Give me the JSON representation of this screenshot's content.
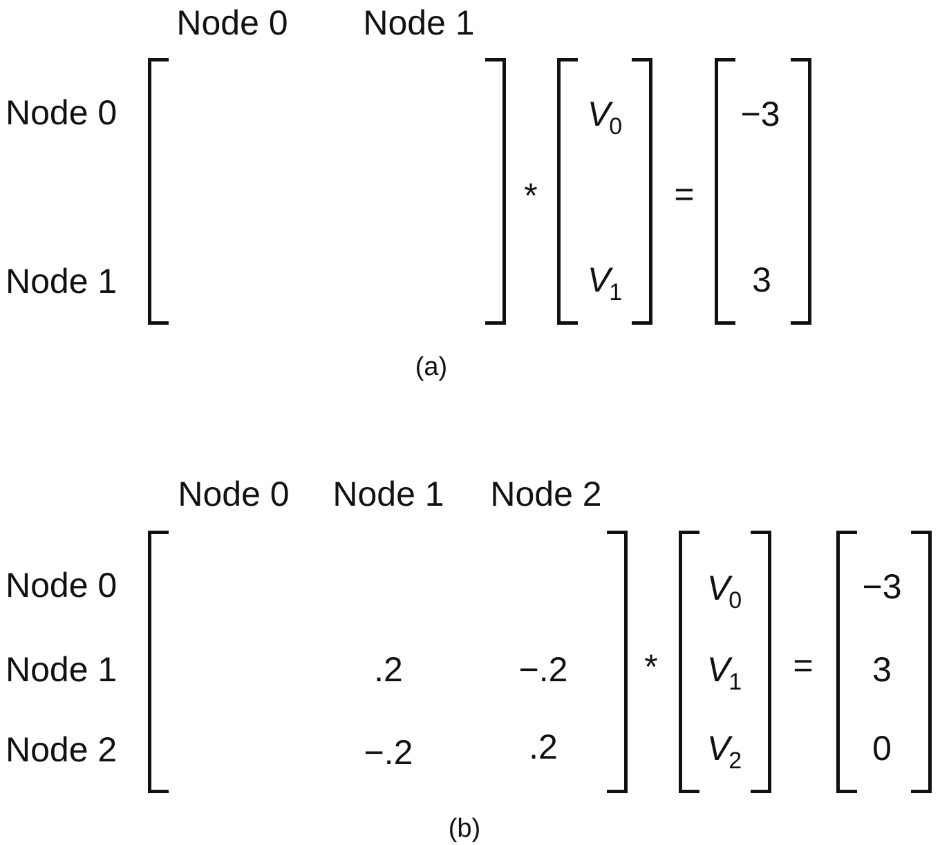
{
  "a": {
    "col_headers": [
      "Node 0",
      "Node 1"
    ],
    "row_labels": [
      "Node 0",
      "Node 1"
    ],
    "vector": [
      {
        "sym": "V",
        "sub": "0"
      },
      {
        "sym": "V",
        "sub": "1"
      }
    ],
    "rhs": [
      "−3",
      "3"
    ],
    "times": "*",
    "equals": "=",
    "caption": "(a)"
  },
  "b": {
    "col_headers": [
      "Node 0",
      "Node 1",
      "Node 2"
    ],
    "row_labels": [
      "Node 0",
      "Node 1",
      "Node 2"
    ],
    "matrix": [
      [
        "",
        "",
        ""
      ],
      [
        "",
        ".2",
        "−.2"
      ],
      [
        "",
        "−.2",
        ".2"
      ]
    ],
    "vector": [
      {
        "sym": "V",
        "sub": "0"
      },
      {
        "sym": "V",
        "sub": "1"
      },
      {
        "sym": "V",
        "sub": "2"
      }
    ],
    "rhs": [
      "−3",
      "3",
      "0"
    ],
    "times": "*",
    "equals": "=",
    "caption": "(b)"
  }
}
